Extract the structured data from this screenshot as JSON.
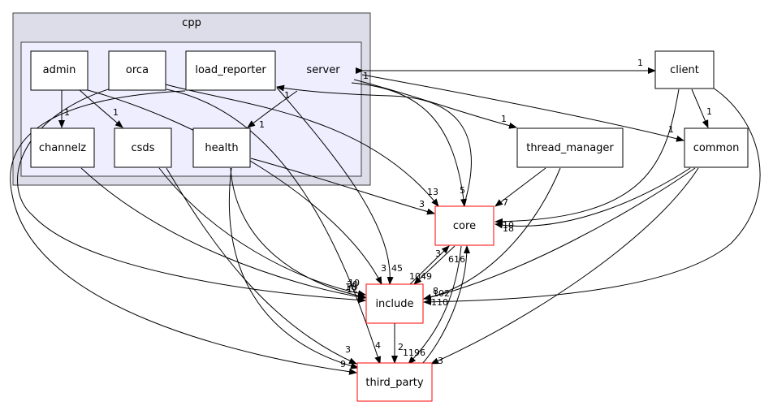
{
  "diagram": {
    "colors": {
      "outer_cluster_fill": "#dddde9",
      "inner_cluster_fill": "#eeeeff",
      "cluster_border": "#404040",
      "node_border": "#000000",
      "external_node_border": "#ff0000",
      "edge": "#000000"
    },
    "clusters": {
      "outer": {
        "label": "cpp"
      },
      "inner": {
        "label": "server"
      }
    },
    "nodes": {
      "admin": "admin",
      "orca": "orca",
      "load_reporter": "load_reporter",
      "channelz": "channelz",
      "csds": "csds",
      "health": "health",
      "client": "client",
      "common": "common",
      "thread_manager": "thread_manager",
      "core": "core",
      "include": "include",
      "third_party": "third_party"
    },
    "edge_labels": {
      "admin_channelz": "1",
      "admin_csds": "1",
      "server_client": "1",
      "client_server": "1",
      "client_common": "1",
      "server_common": "1",
      "server_thread_manager": "1",
      "server_health": "1",
      "health_load_reporter": "1",
      "to_core_13": "13",
      "to_core_5": "5",
      "health_core": "3",
      "thread_manager_core": "7",
      "common_core_18": "18",
      "client_core_10": "10",
      "include_core": "3",
      "third_party_core": "616",
      "core_include": "1049",
      "to_include_3": "3",
      "to_include_45": "45",
      "to_include_30": "30",
      "to_include_12": "12",
      "to_include_18": "18",
      "to_include_10": "10",
      "thread_manager_include": "8",
      "common_include": "102",
      "client_include": "110",
      "include_third_party": "2",
      "core_third_party": "1196",
      "common_third_party": "3",
      "csds_third_party": "3",
      "health_third_party": "4",
      "admin_third_party": "9"
    }
  }
}
